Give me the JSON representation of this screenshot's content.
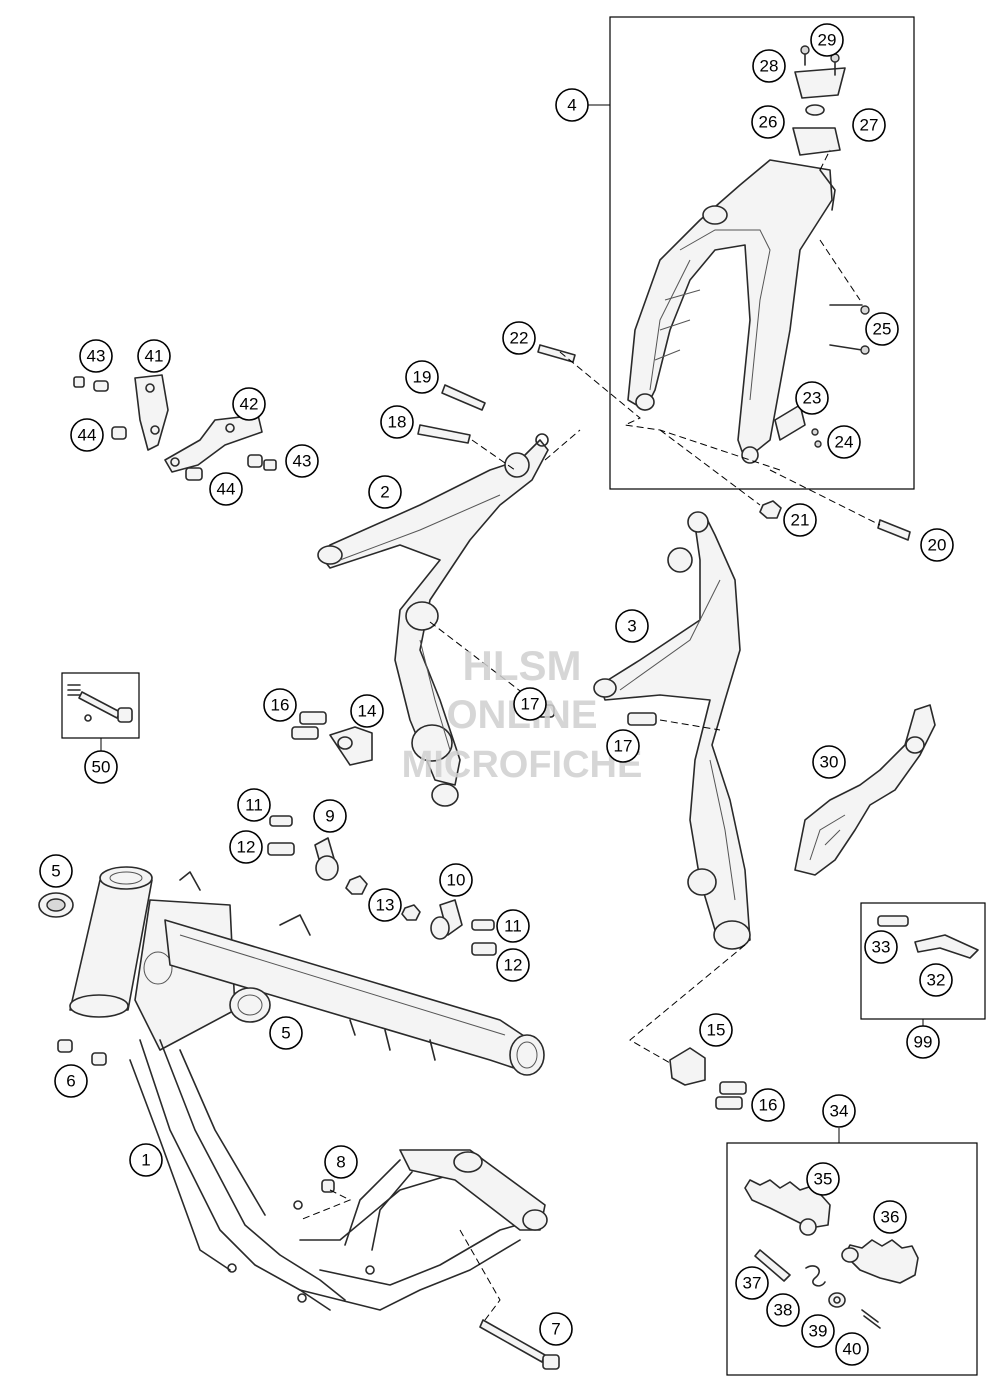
{
  "watermark": {
    "line1": "HLSM",
    "line2": "ONLINE",
    "line3": "MICROFICHE"
  },
  "callouts": {
    "c1": "1",
    "c2": "2",
    "c3": "3",
    "c4": "4",
    "c5a": "5",
    "c5b": "5",
    "c6": "6",
    "c7": "7",
    "c8": "8",
    "c9": "9",
    "c10": "10",
    "c11a": "11",
    "c11b": "11",
    "c12a": "12",
    "c12b": "12",
    "c13": "13",
    "c14": "14",
    "c15": "15",
    "c16a": "16",
    "c16b": "16",
    "c17a": "17",
    "c17b": "17",
    "c18": "18",
    "c19": "19",
    "c20": "20",
    "c21": "21",
    "c22": "22",
    "c23": "23",
    "c24": "24",
    "c25": "25",
    "c26": "26",
    "c27": "27",
    "c28": "28",
    "c29": "29",
    "c30": "30",
    "c32": "32",
    "c33": "33",
    "c34": "34",
    "c35": "35",
    "c36": "36",
    "c37": "37",
    "c38": "38",
    "c39": "39",
    "c40": "40",
    "c41": "41",
    "c42": "42",
    "c43a": "43",
    "c43b": "43",
    "c44a": "44",
    "c44b": "44",
    "c50": "50",
    "c99": "99"
  }
}
